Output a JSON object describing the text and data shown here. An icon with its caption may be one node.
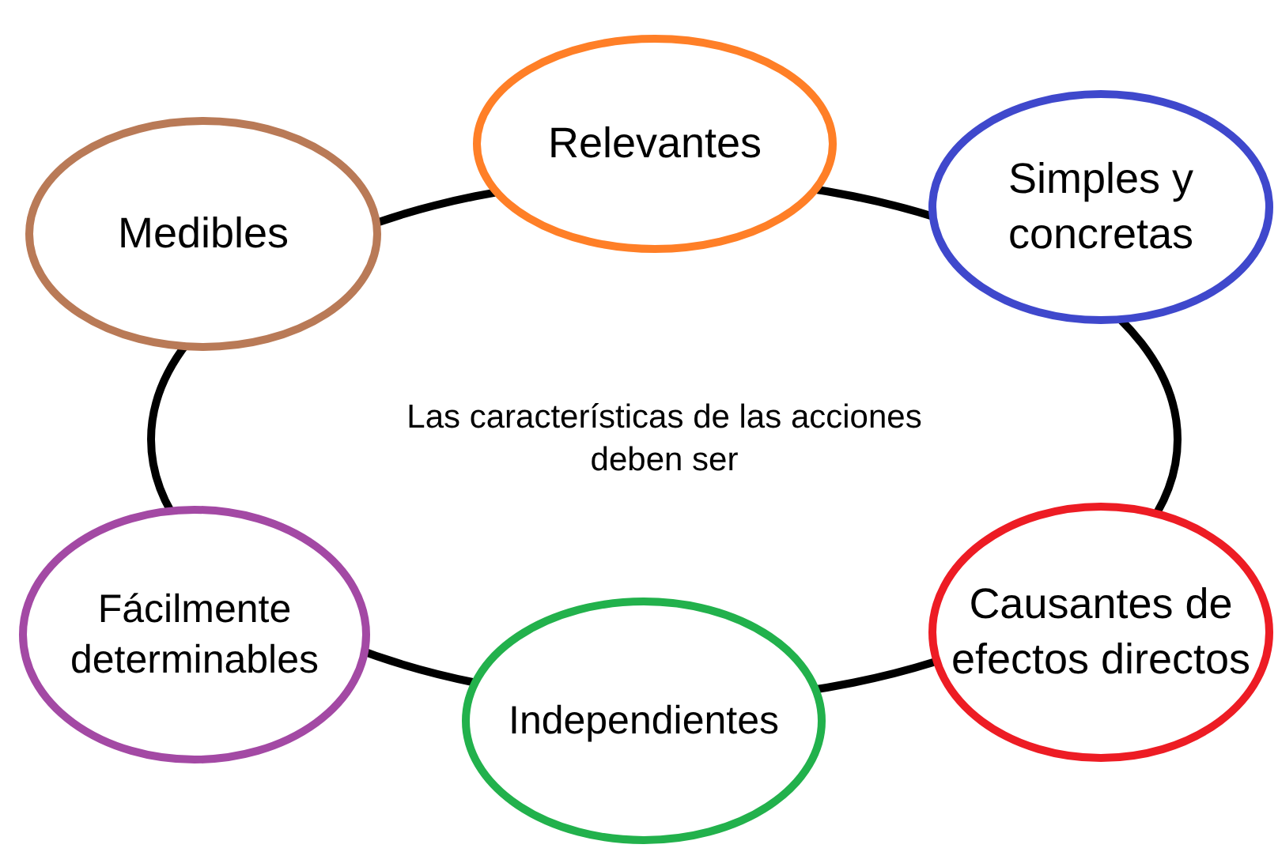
{
  "diagram": {
    "nodes": [
      {
        "text": [
          "Las características de las acciones deben ser"
        ]
      },
      {
        "text": [
          "Medibles"
        ]
      },
      {
        "text": [
          "Relevantes"
        ]
      },
      {
        "text": [
          "Simples y concretas"
        ]
      },
      {
        "text": [
          "Fácilmente determinables"
        ]
      },
      {
        "text": [
          "Independientes"
        ]
      },
      {
        "text": [
          "Causantes de efectos directos"
        ]
      }
    ]
  }
}
